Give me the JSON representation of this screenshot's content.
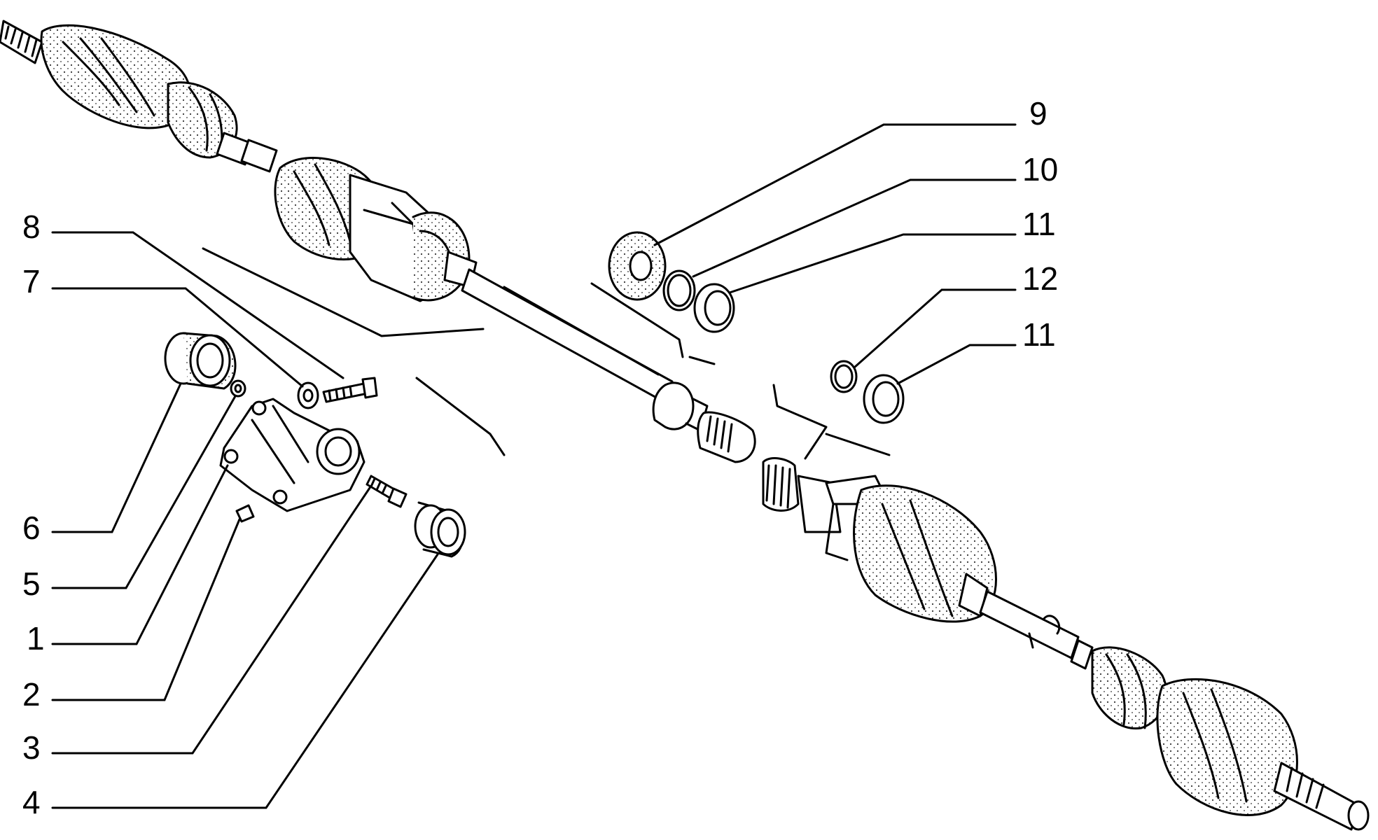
{
  "callouts": {
    "n1": "1",
    "n2": "2",
    "n3": "3",
    "n4": "4",
    "n5": "5",
    "n6": "6",
    "n7": "7",
    "n8": "8",
    "n9": "9",
    "n10": "10",
    "n11a": "11",
    "n11b": "11",
    "n12": "12"
  },
  "colors": {
    "ink": "#000000",
    "paper": "#ffffff",
    "stipple": "#333333"
  }
}
